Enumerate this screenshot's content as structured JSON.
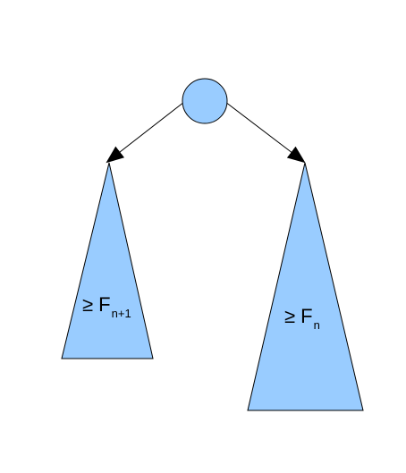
{
  "diagram": {
    "colors": {
      "fill": "#99ccff",
      "stroke": "#000000",
      "background": "#ffffff"
    },
    "root": {
      "shape": "circle"
    },
    "left_subtree": {
      "shape": "triangle",
      "symbol": "≥ F",
      "subscript": "n+1"
    },
    "right_subtree": {
      "shape": "triangle",
      "symbol": "≥ F",
      "subscript": "n"
    }
  }
}
